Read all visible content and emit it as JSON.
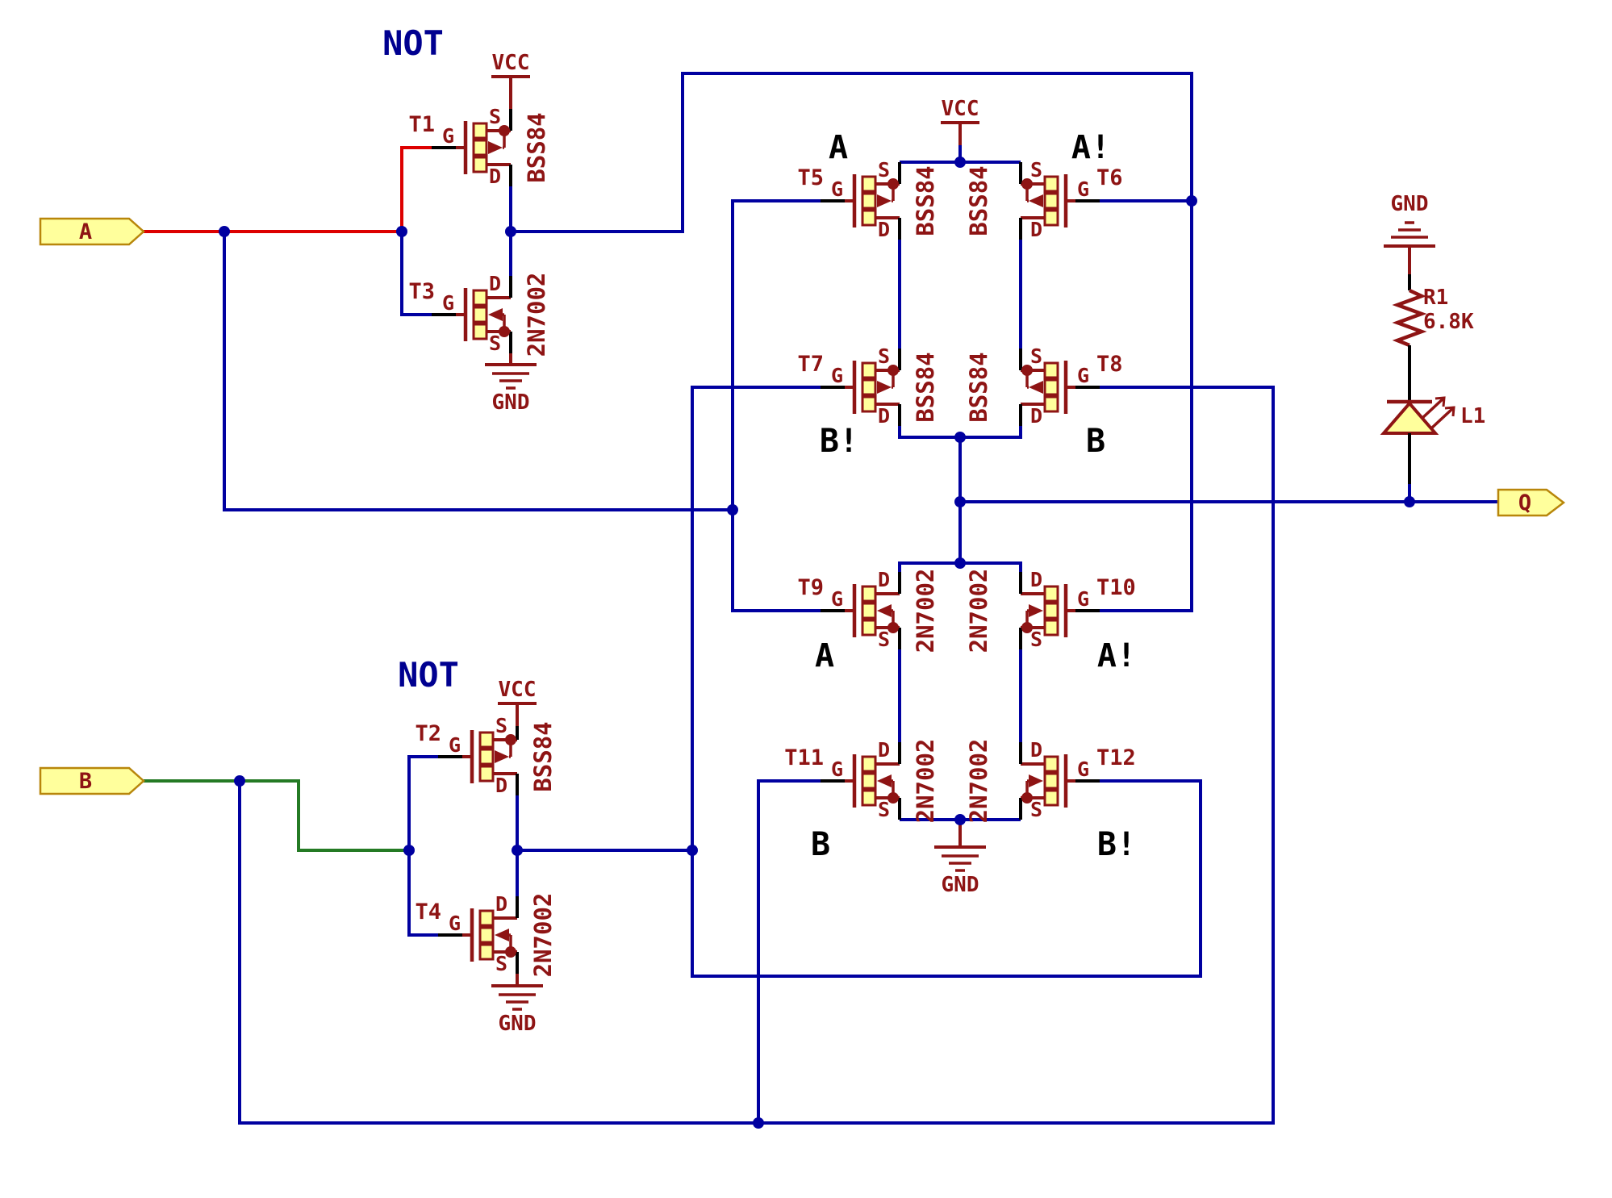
{
  "circuit": {
    "not_label": "NOT",
    "inputs": {
      "a": "A",
      "b": "B"
    },
    "output": {
      "q": "Q"
    },
    "phase_labels": {
      "a": "A",
      "a_not": "A!",
      "b": "B",
      "b_not": "B!"
    },
    "power": {
      "vcc": "VCC",
      "gnd": "GND"
    },
    "pins": {
      "gate": "G",
      "source": "S",
      "drain": "D"
    },
    "resistor": {
      "ref": "R1",
      "value": "6.8K"
    },
    "led": {
      "ref": "L1"
    },
    "transistors": [
      {
        "ref": "T1",
        "part": "BSS84"
      },
      {
        "ref": "T2",
        "part": "BSS84"
      },
      {
        "ref": "T3",
        "part": "2N7002"
      },
      {
        "ref": "T4",
        "part": "2N7002"
      },
      {
        "ref": "T5",
        "part": "BSS84"
      },
      {
        "ref": "T6",
        "part": "BSS84"
      },
      {
        "ref": "T7",
        "part": "BSS84"
      },
      {
        "ref": "T8",
        "part": "BSS84"
      },
      {
        "ref": "T9",
        "part": "2N7002"
      },
      {
        "ref": "T10",
        "part": "2N7002"
      },
      {
        "ref": "T11",
        "part": "2N7002"
      },
      {
        "ref": "T12",
        "part": "2N7002"
      }
    ],
    "colors": {
      "wire": "#0000a0",
      "component": "#8e1414",
      "input_a_wire": "#dd0000",
      "input_b_wire": "#247a24",
      "label_fill": "#ffff9c",
      "flag_border": "#b8860b",
      "text_black": "#000000",
      "not_text": "#000090"
    }
  }
}
